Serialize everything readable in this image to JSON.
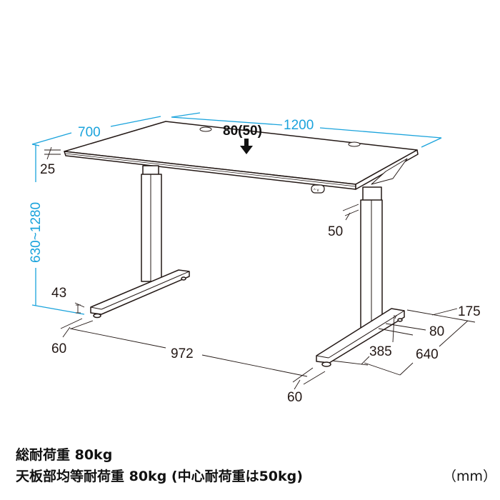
{
  "diagram": {
    "type": "dimension-drawing",
    "subject": "height-adjustable desk",
    "colors": {
      "line": "#231815",
      "dimension_blue": "#1aa3dc",
      "background": "#ffffff"
    },
    "dimensions": {
      "depth": "700",
      "width": "1200",
      "height_range": "630~1280",
      "top_thickness": "25",
      "load_label": "80(50)",
      "column_depth": "50",
      "foot_height": "43",
      "foot_width_left": "60",
      "foot_width_right": "60",
      "foot_span": "972",
      "foot_offset_back": "175",
      "column_width": "80",
      "foot_front_offset": "385",
      "foot_length": "640"
    },
    "control_panel_icon": "up-down-switch"
  },
  "specs": {
    "line1": "総耐荷重 80kg",
    "line2": "天板部均等耐荷重 80kg (中心耐荷重は50kg)",
    "unit": "（mm）"
  }
}
